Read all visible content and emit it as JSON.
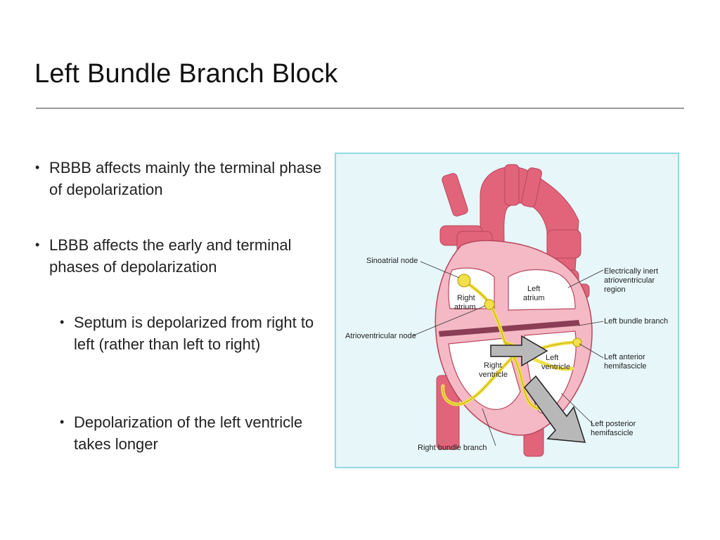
{
  "slide": {
    "title": "Left Bundle Branch Block"
  },
  "bullets": [
    {
      "level": 1,
      "text": "RBBB affects mainly the terminal phase of depolarization"
    },
    {
      "level": 1,
      "text": "LBBB affects the early and terminal phases of depolarization"
    },
    {
      "level": 2,
      "text": "Septum is depolarized from right to left (rather than left to right)"
    },
    {
      "level": 2,
      "text": "Depolarization of the left ventricle takes longer"
    }
  ],
  "bullet_glyph": "•",
  "diagram": {
    "labels": {
      "sinoatrial_node": "Sinoatrial node",
      "atrioventricular_node": "Atrioventricular node",
      "right_bundle_branch": "Right bundle branch",
      "inert_line1": "Electrically inert",
      "inert_line2": "atrioventricular",
      "inert_line3": "region",
      "left_bundle_branch": "Left bundle branch",
      "left_anterior_line1": "Left anterior",
      "left_anterior_line2": "hemifascicle",
      "left_posterior_line1": "Left posterior",
      "left_posterior_line2": "hemifascicle",
      "right_atrium_line1": "Right",
      "right_atrium_line2": "atrium",
      "left_atrium_line1": "Left",
      "left_atrium_line2": "atrium",
      "right_ventricle_line1": "Right",
      "right_ventricle_line2": "ventricle",
      "left_ventricle_line1": "Left",
      "left_ventricle_line2": "ventricle"
    },
    "colors": {
      "vessel": "#e2647a",
      "myocardium": "#f4b9c5",
      "chamber": "#ffffff",
      "conduction": "#f2e04a",
      "septum_band": "#8a3d55",
      "arrow": "#b8b8b8",
      "frame_bg": "#e7f6f8",
      "frame_border": "#8fdbe0"
    }
  }
}
